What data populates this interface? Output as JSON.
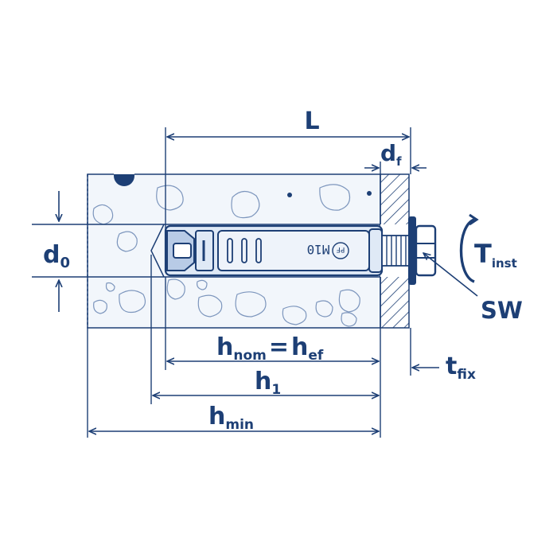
{
  "colors": {
    "ink": "#1d3f75",
    "concrete_fill": "#f2f6fb",
    "anchor_fill": "#dfe9f6",
    "background": "#ffffff"
  },
  "labels": {
    "L": "L",
    "d_f_main": "d",
    "d_f_sub": "f",
    "d0_main": "d",
    "d0_sub": "0",
    "t_inst_main": "T",
    "t_inst_sub": "inst",
    "sw": "SW",
    "h_nom_main": "h",
    "h_nom_sub": "nom",
    "equals": "=",
    "h_ef_main": "h",
    "h_ef_sub": "ef",
    "h1_main": "h",
    "h1_sub": "1",
    "h_min_main": "h",
    "h_min_sub": "min",
    "t_fix_main": "t",
    "t_fix_sub": "fix"
  },
  "anchor_marking": {
    "logo": "PF",
    "size": "M10"
  }
}
